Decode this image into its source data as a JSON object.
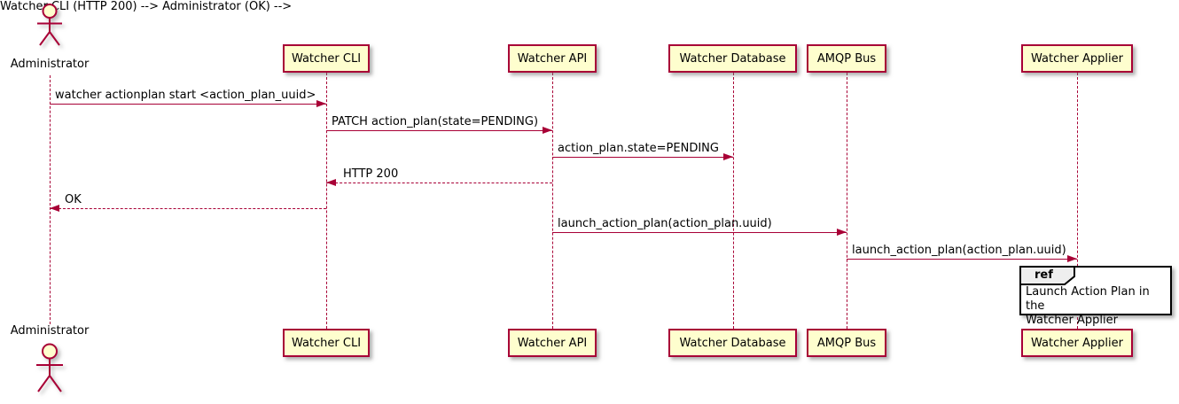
{
  "diagram": {
    "type": "uml-sequence-diagram",
    "actor": {
      "label": "Administrator"
    },
    "participants": [
      {
        "label": "Watcher CLI"
      },
      {
        "label": "Watcher API"
      },
      {
        "label": "Watcher Database"
      },
      {
        "label": "AMQP Bus"
      },
      {
        "label": "Watcher Applier"
      }
    ],
    "messages": [
      {
        "from": "Administrator",
        "to": "Watcher CLI",
        "label": "watcher actionplan start <action_plan_uuid>",
        "line_style": "solid"
      },
      {
        "from": "Watcher CLI",
        "to": "Watcher API",
        "label": "PATCH action_plan(state=PENDING)",
        "line_style": "solid"
      },
      {
        "from": "Watcher API",
        "to": "Watcher Database",
        "label": "action_plan.state=PENDING",
        "line_style": "solid"
      },
      {
        "from": "Watcher API",
        "to": "Watcher CLI",
        "label": "HTTP 200",
        "line_style": "dashed"
      },
      {
        "from": "Watcher CLI",
        "to": "Administrator",
        "label": "OK",
        "line_style": "dashed"
      },
      {
        "from": "Watcher API",
        "to": "AMQP Bus",
        "label": "launch_action_plan(action_plan.uuid)",
        "line_style": "solid"
      },
      {
        "from": "AMQP Bus",
        "to": "Watcher Applier",
        "label": "launch_action_plan(action_plan.uuid)",
        "line_style": "solid"
      }
    ],
    "ref_fragment": {
      "keyword": "ref",
      "over": "Watcher Applier",
      "line1": "Launch Action Plan in the",
      "line2": "Watcher Applier"
    },
    "colors": {
      "participant_fill": "#FEFECE",
      "border": "#A80036",
      "line": "#A80036",
      "ref_header_fill": "#EEEEEE",
      "ref_border": "#000000",
      "text": "#000000",
      "background": "#FFFFFF"
    }
  }
}
